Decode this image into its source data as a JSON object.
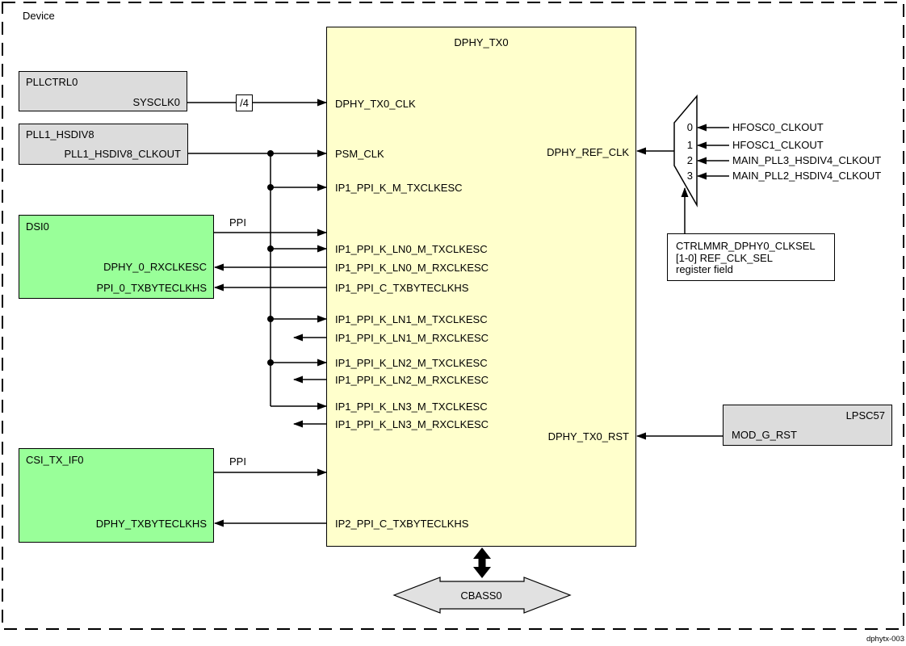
{
  "device": {
    "label": "Device",
    "figure_id": "dphytx-003"
  },
  "colors": {
    "block_yellow": "#FFFFCC",
    "block_green": "#99FF99",
    "block_gray": "#DCDCDC",
    "bus_gray": "#E1E1E1",
    "line": "#000000"
  },
  "dphy_tx0": {
    "title": "DPHY_TX0",
    "left_ports": [
      "DPHY_TX0_CLK",
      "PSM_CLK",
      "IP1_PPI_K_M_TXCLKESC",
      "IP1_PPI_K_LN0_M_TXCLKESC",
      "IP1_PPI_K_LN0_M_RXCLKESC",
      "IP1_PPI_C_TXBYTECLKHS",
      "IP1_PPI_K_LN1_M_TXCLKESC",
      "IP1_PPI_K_LN1_M_RXCLKESC",
      "IP1_PPI_K_LN2_M_TXCLKESC",
      "IP1_PPI_K_LN2_M_RXCLKESC",
      "IP1_PPI_K_LN3_M_TXCLKESC",
      "IP1_PPI_K_LN3_M_RXCLKESC",
      "IP2_PPI_C_TXBYTECLKHS"
    ],
    "right_ports": [
      "DPHY_REF_CLK",
      "DPHY_TX0_RST"
    ]
  },
  "pllctrl0": {
    "title": "PLLCTRL0",
    "port": "SYSCLK0"
  },
  "pll1_hsdiv8": {
    "title": "PLL1_HSDIV8",
    "port": "PLL1_HSDIV8_CLKOUT"
  },
  "divider": {
    "label": "/4"
  },
  "dsi0": {
    "title": "DSI0",
    "ports": [
      "DPHY_0_RXCLKESC",
      "PPI_0_TXBYTECLKHS"
    ]
  },
  "csi_tx_if0": {
    "title": "CSI_TX_IF0",
    "ports": [
      "DPHY_TXBYTECLKHS"
    ]
  },
  "lpsc57": {
    "title": "LPSC57",
    "port": "MOD_G_RST"
  },
  "ctrlmmr": {
    "lines": [
      "CTRLMMR_DPHY0_CLKSEL",
      "[1-0] REF_CLK_SEL",
      "register field"
    ]
  },
  "mux": {
    "select_ids": [
      "0",
      "1",
      "2",
      "3"
    ],
    "inputs": [
      "HFOSC0_CLKOUT",
      "HFOSC1_CLKOUT",
      "MAIN_PLL3_HSDIV4_CLKOUT",
      "MAIN_PLL2_HSDIV4_CLKOUT"
    ]
  },
  "bus_labels": {
    "ppi": "PPI",
    "cbass0": "CBASS0"
  }
}
